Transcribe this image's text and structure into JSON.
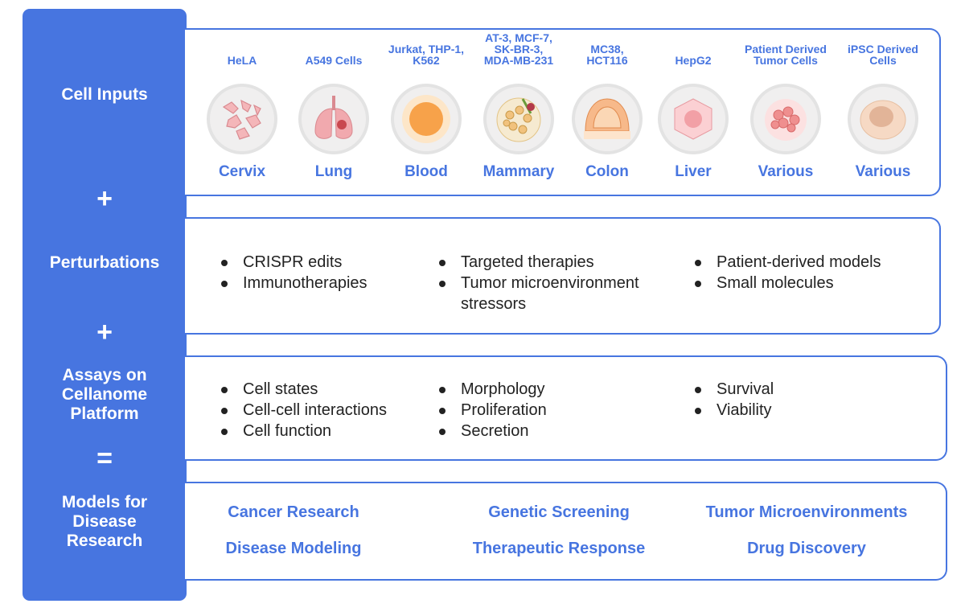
{
  "sidebar": {
    "cell_inputs": "Cell Inputs",
    "plus1": "+",
    "perturbations": "Perturbations",
    "plus2": "+",
    "assays": [
      "Assays on",
      "Cellanome",
      "Platform"
    ],
    "equals": "=",
    "models": [
      "Models for",
      "Disease",
      "Research"
    ]
  },
  "cells": [
    {
      "name": "HeLA",
      "tissue": "Cervix",
      "icon": "cervix-cells-icon"
    },
    {
      "name": "A549 Cells",
      "tissue": "Lung",
      "icon": "lung-icon"
    },
    {
      "name": "Jurkat, THP-1,\nK562",
      "tissue": "Blood",
      "icon": "blood-cell-icon"
    },
    {
      "name": "AT-3, MCF-7,\nSK-BR-3,\nMDA-MB-231",
      "tissue": "Mammary",
      "icon": "mammary-icon"
    },
    {
      "name": "MC38,\nHCT116",
      "tissue": "Colon",
      "icon": "colon-icon"
    },
    {
      "name": "HepG2",
      "tissue": "Liver",
      "icon": "liver-cell-icon"
    },
    {
      "name": "Patient Derived\nTumor Cells",
      "tissue": "Various",
      "icon": "tumor-cells-icon"
    },
    {
      "name": "iPSC Derived\nCells",
      "tissue": "Various",
      "icon": "ipsc-cell-icon"
    }
  ],
  "perturbations": {
    "col1": [
      "CRISPR edits",
      "Immunotherapies"
    ],
    "col2": [
      "Targeted therapies",
      "Tumor microenvironment\nstressors"
    ],
    "col3": [
      "Patient-derived models",
      "Small molecules"
    ]
  },
  "assays": {
    "col1": [
      "Cell states",
      "Cell-cell interactions",
      "Cell function"
    ],
    "col2": [
      "Morphology",
      "Proliferation",
      "Secretion"
    ],
    "col3": [
      "Survival",
      "Viability"
    ]
  },
  "applications": {
    "row1": [
      "Cancer Research",
      "Genetic Screening",
      "Tumor Microenvironments"
    ],
    "row2": [
      "Disease Modeling",
      "Therapeutic Response",
      "Drug Discovery"
    ]
  },
  "colors": {
    "accent": "#4775e0",
    "circle_bg": "#f0efef",
    "text": "#222222"
  }
}
